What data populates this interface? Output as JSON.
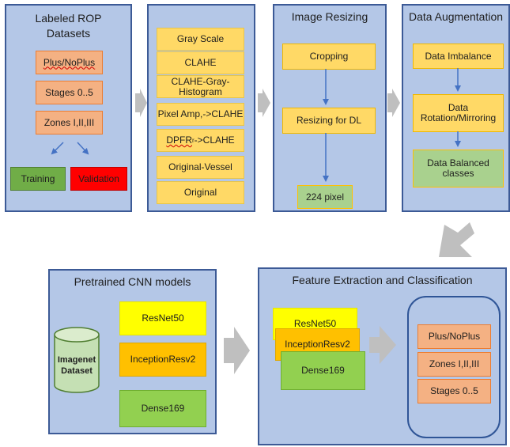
{
  "panels": {
    "datasets": {
      "title_line1": "Labeled ROP",
      "title_line2": "Datasets",
      "items": [
        "Plus/NoPlus",
        "Stages 0..5",
        "Zones I,II,III"
      ],
      "training": "Training",
      "validation": "Validation"
    },
    "preprocessing": {
      "items": [
        "Gray Scale",
        "CLAHE",
        "CLAHE-Gray-",
        "Histogram",
        "Pixel Amp,->CLAHE",
        "DPFR",
        "r",
        "->CLAHE",
        "Original-Vessel",
        "Original"
      ]
    },
    "resizing": {
      "title": "Image Resizing",
      "cropping": "Cropping",
      "resize_dl": "Resizing for DL",
      "pixel": "224 pixel"
    },
    "augmentation": {
      "title": "Data Augmentation",
      "imbalance": "Data Imbalance",
      "rotation_line1": "Data",
      "rotation_line2": "Rotation/Mirroring",
      "balanced_line1": "Data Balanced",
      "balanced_line2": "classes"
    },
    "pretrained": {
      "title": "Pretrained CNN models",
      "db_line1": "Imagenet",
      "db_line2": "Dataset",
      "models": [
        "ResNet50",
        "InceptionResv2",
        "Dense169"
      ]
    },
    "feature": {
      "title": "Feature Extraction and Classification",
      "models": [
        "ResNet50",
        "InceptionResv2",
        "Dense169"
      ],
      "outputs": [
        "Plus/NoPlus",
        "Zones I,II,III",
        "Stages 0..5"
      ]
    }
  },
  "colors": {
    "panel_fill": "#b4c7e7",
    "panel_border": "#3c5a96",
    "salmon": "#f4b183",
    "yellow": "#ffd966",
    "green": "#70ad47",
    "red": "#ff0000",
    "bright_yellow": "#ffff00",
    "orange": "#ffc000",
    "light_green": "#92d050",
    "arrow_gray": "#bfbfbf",
    "connector_blue": "#4472c4"
  }
}
